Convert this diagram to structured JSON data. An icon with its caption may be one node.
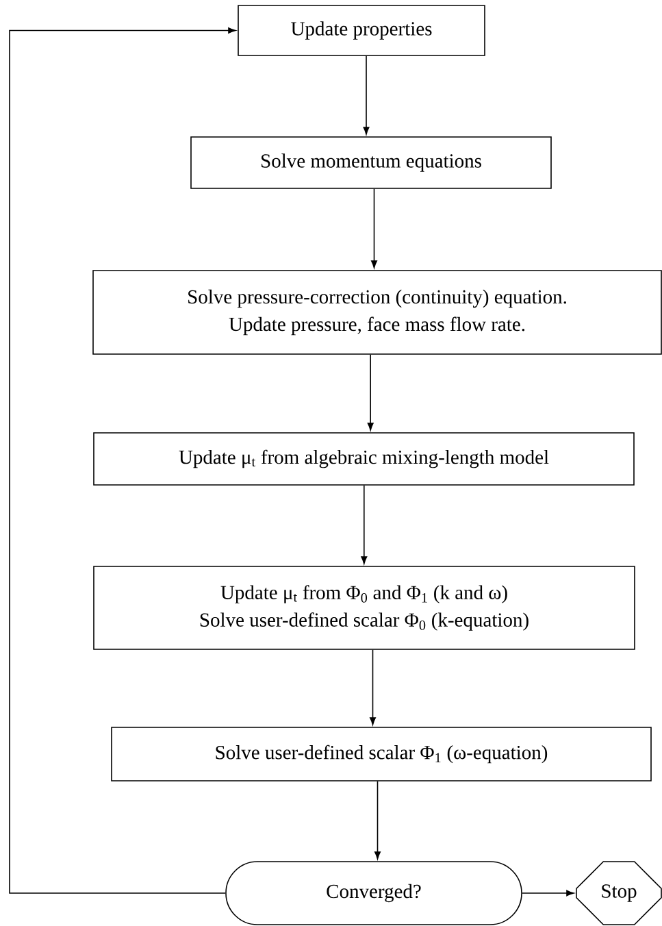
{
  "diagram": {
    "nodes": [
      {
        "text": [
          "Update properties"
        ]
      },
      {
        "text": [
          "Solve momentum equations"
        ]
      },
      {
        "text": [
          "Solve pressure-correction (continuity) equation.",
          "Update pressure, face mass flow rate."
        ]
      },
      {
        "text": [
          "Update μ$_{t}$ from algebraic mixing-length model"
        ]
      },
      {
        "text": [
          "Update μ$_{t}$ from  Φ$_{0}$ and Φ$_{1}$ (k and ω)",
          "Solve user-defined scalar Φ$_{0}$ (k-equation)"
        ]
      },
      {
        "text": [
          "Solve user-defined scalar Φ$_{1}$ (ω-equation)"
        ]
      },
      {
        "text": [
          "Converged?"
        ]
      },
      {
        "text": [
          "Stop"
        ]
      }
    ],
    "edges": [
      {
        "from": 0,
        "to": 1,
        "arrow": "to"
      },
      {
        "from": 1,
        "to": 2,
        "arrow": "to"
      },
      {
        "from": 2,
        "to": 3,
        "arrow": "to"
      },
      {
        "from": 3,
        "to": 4,
        "arrow": "to"
      },
      {
        "from": 4,
        "to": 5,
        "arrow": "to"
      },
      {
        "from": 5,
        "to": 6,
        "arrow": "to"
      },
      {
        "from": 6,
        "to": 7,
        "arrow": "to"
      },
      {
        "from": 6,
        "to": 0,
        "arrow": "to"
      }
    ]
  }
}
